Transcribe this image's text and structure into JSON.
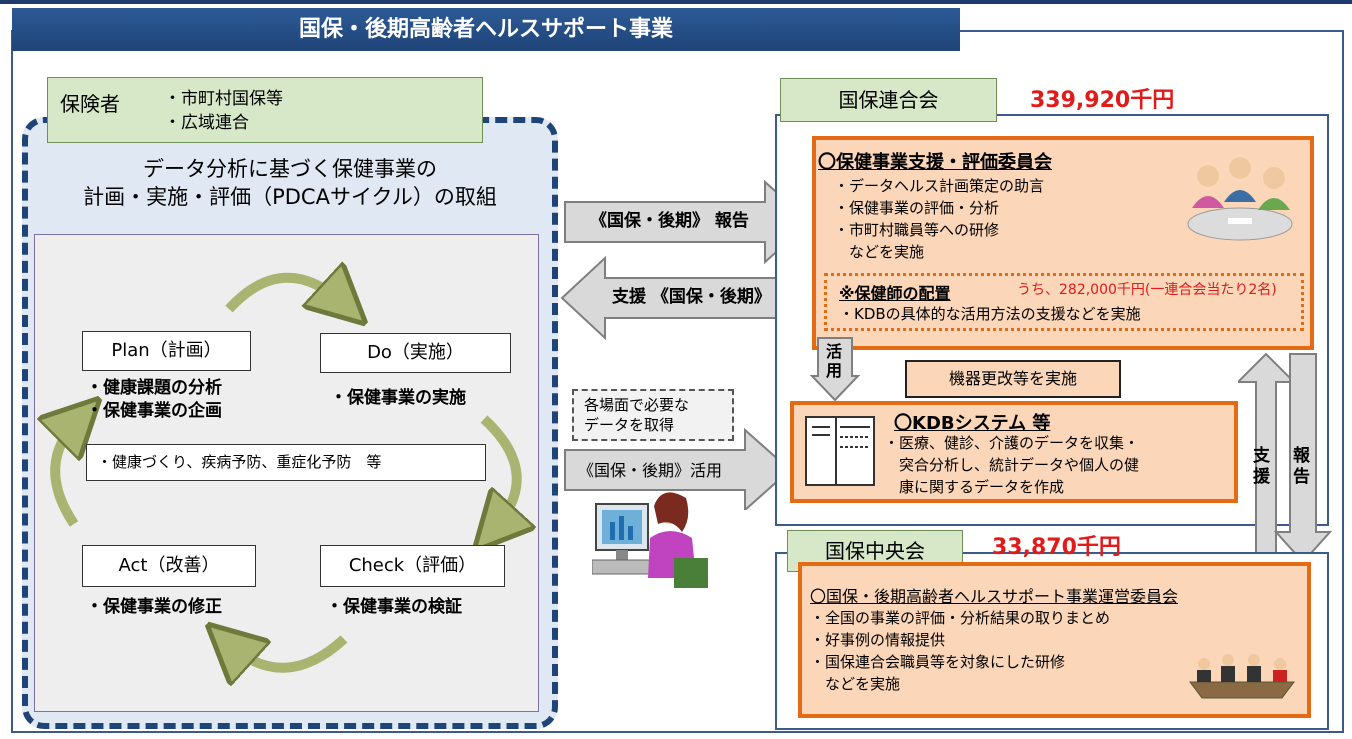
{
  "title": "国保・後期高齢者ヘルスサポート事業",
  "insurer": {
    "label": "保険者",
    "items": [
      "・市町村国保等",
      "・広域連合"
    ]
  },
  "left_heading": {
    "line1": "データ分析に基づく保健事業の",
    "line2": "計画・実施・評価（PDCAサイクル）の取組"
  },
  "pdca": {
    "plan": {
      "label": "Plan（計画）",
      "items": [
        "・健康課題の分析",
        "・保健事業の企画"
      ]
    },
    "do": {
      "label": "Do（実施）",
      "items": [
        "・保健事業の実施"
      ]
    },
    "act": {
      "label": "Act（改善）",
      "items": [
        "・保健事業の修正"
      ]
    },
    "check": {
      "label": "Check（評価）",
      "items": [
        "・保健事業の検証"
      ]
    },
    "middle_note": "・健康づくり、疾病予防、重症化予防　等"
  },
  "arrows": {
    "report": "《国保・後期》 報告",
    "support": "支援 《国保・後期》",
    "use": "《国保・後期》活用",
    "katsuyo": "活用",
    "side_support": "支援",
    "side_report": "報告"
  },
  "dashed_note": [
    "各場面で必要な",
    "データを取得"
  ],
  "kokuho_rengo": {
    "label": "国保連合会",
    "budget": "339,920千円",
    "committee": {
      "title": "〇保健事業支援・評価委員会",
      "items": [
        "・データヘルス計画策定の助言",
        "・保健事業の評価・分析",
        "・市町村職員等への研修",
        "　などを実施"
      ]
    },
    "nurse": {
      "title": "※保健師の配置",
      "budget_note": "うち、282,000千円(一連合会当たり2名)",
      "item": "・KDBの具体的な活用方法の支援などを実施"
    },
    "equipment": "機器更改等を実施",
    "kdb": {
      "title": "〇KDBシステム 等",
      "items": [
        "・医療、健診、介護のデータを収集・",
        "　突合分析し、統計データや個人の健",
        "　康に関するデータを作成"
      ]
    }
  },
  "kokuho_chuo": {
    "label": "国保中央会",
    "budget": "33,870千円",
    "committee": {
      "title": "〇国保・後期高齢者ヘルスサポート事業運営委員会",
      "items": [
        "・全国の事業の評価・分析結果の取りまとめ",
        "・好事例の情報提供",
        "・国保連合会職員等を対象にした研修",
        "　などを実施"
      ]
    }
  },
  "colors": {
    "navy": "#1f4478",
    "orange": "#e46b14",
    "red": "#e11a1a",
    "green_label": "#d6e8c8"
  }
}
